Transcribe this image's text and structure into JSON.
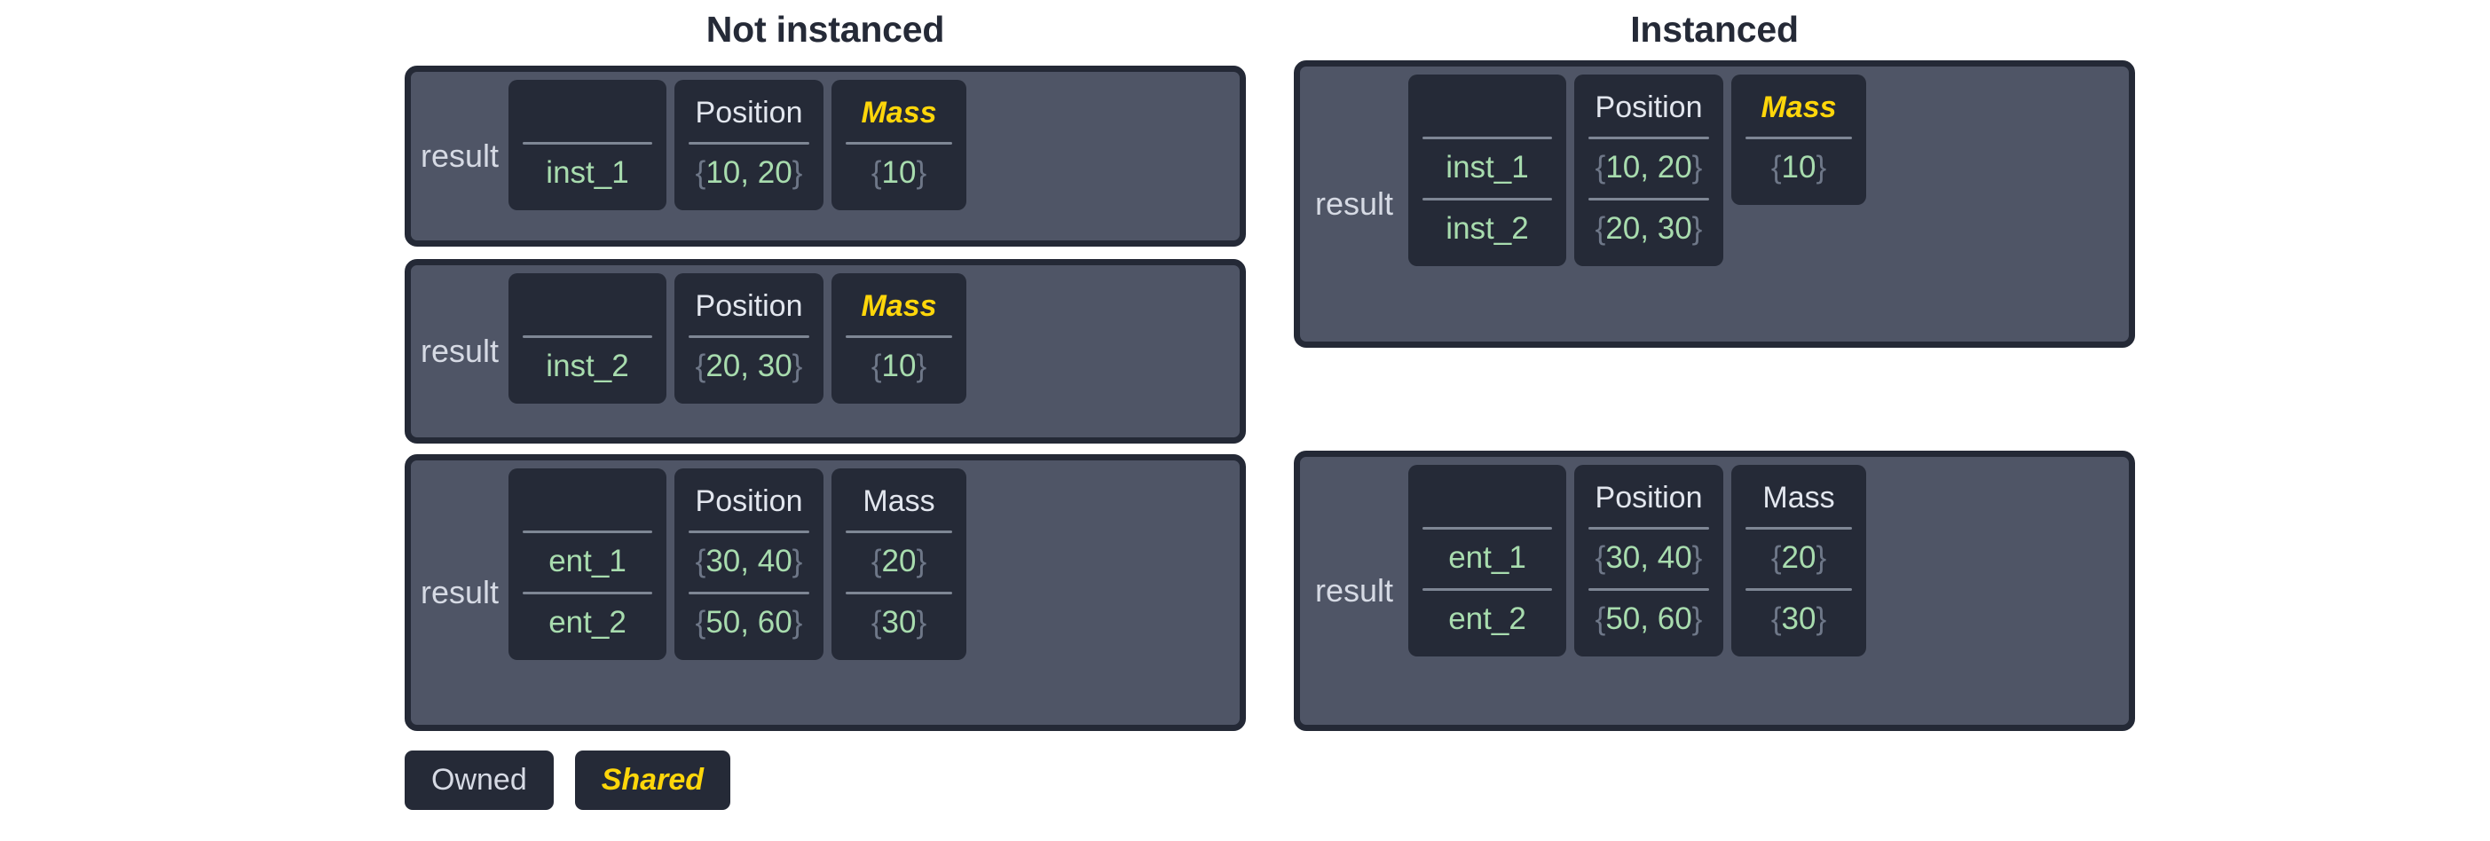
{
  "headings": {
    "left": "Not instanced",
    "right": "Instanced"
  },
  "labels": {
    "result": "result",
    "entity_header": "",
    "position_header": "Position",
    "mass_header": "Mass"
  },
  "legend": {
    "owned": "Owned",
    "shared": "Shared"
  },
  "colors": {
    "panel_bg": "#4f5566",
    "cell_bg": "#252a37",
    "border": "#242936",
    "text_light": "#e2e6ee",
    "value_green": "#a8dcae",
    "brace_gray": "#6e7788",
    "shared_yellow": "#ffd60a",
    "separator": "#7e8694",
    "page_bg": "#ffffff",
    "title_text": "#252a37"
  },
  "tables": {
    "not_instanced": [
      {
        "result": "result",
        "entity_header": "",
        "position_header": "Position",
        "mass_header": "Mass",
        "mass_shared": true,
        "rows": [
          {
            "entity": "inst_1",
            "position": "10, 20",
            "mass": "10"
          }
        ]
      },
      {
        "result": "result",
        "entity_header": "",
        "position_header": "Position",
        "mass_header": "Mass",
        "mass_shared": true,
        "rows": [
          {
            "entity": "inst_2",
            "position": "20, 30",
            "mass": "10"
          }
        ]
      },
      {
        "result": "result",
        "entity_header": "",
        "position_header": "Position",
        "mass_header": "Mass",
        "mass_shared": false,
        "rows": [
          {
            "entity": "ent_1",
            "position": "30, 40",
            "mass": "20"
          },
          {
            "entity": "ent_2",
            "position": "50, 60",
            "mass": "30"
          }
        ]
      }
    ],
    "instanced": [
      {
        "result": "result",
        "entity_header": "",
        "position_header": "Position",
        "mass_header": "Mass",
        "mass_shared": true,
        "rows": [
          {
            "entity": "inst_1",
            "position": "10, 20",
            "mass": "10"
          },
          {
            "entity": "inst_2",
            "position": "20, 30",
            "mass": null
          }
        ]
      },
      {
        "result": "result",
        "entity_header": "",
        "position_header": "Position",
        "mass_header": "Mass",
        "mass_shared": false,
        "rows": [
          {
            "entity": "ent_1",
            "position": "30, 40",
            "mass": "20"
          },
          {
            "entity": "ent_2",
            "position": "50, 60",
            "mass": "30"
          }
        ]
      }
    ]
  }
}
